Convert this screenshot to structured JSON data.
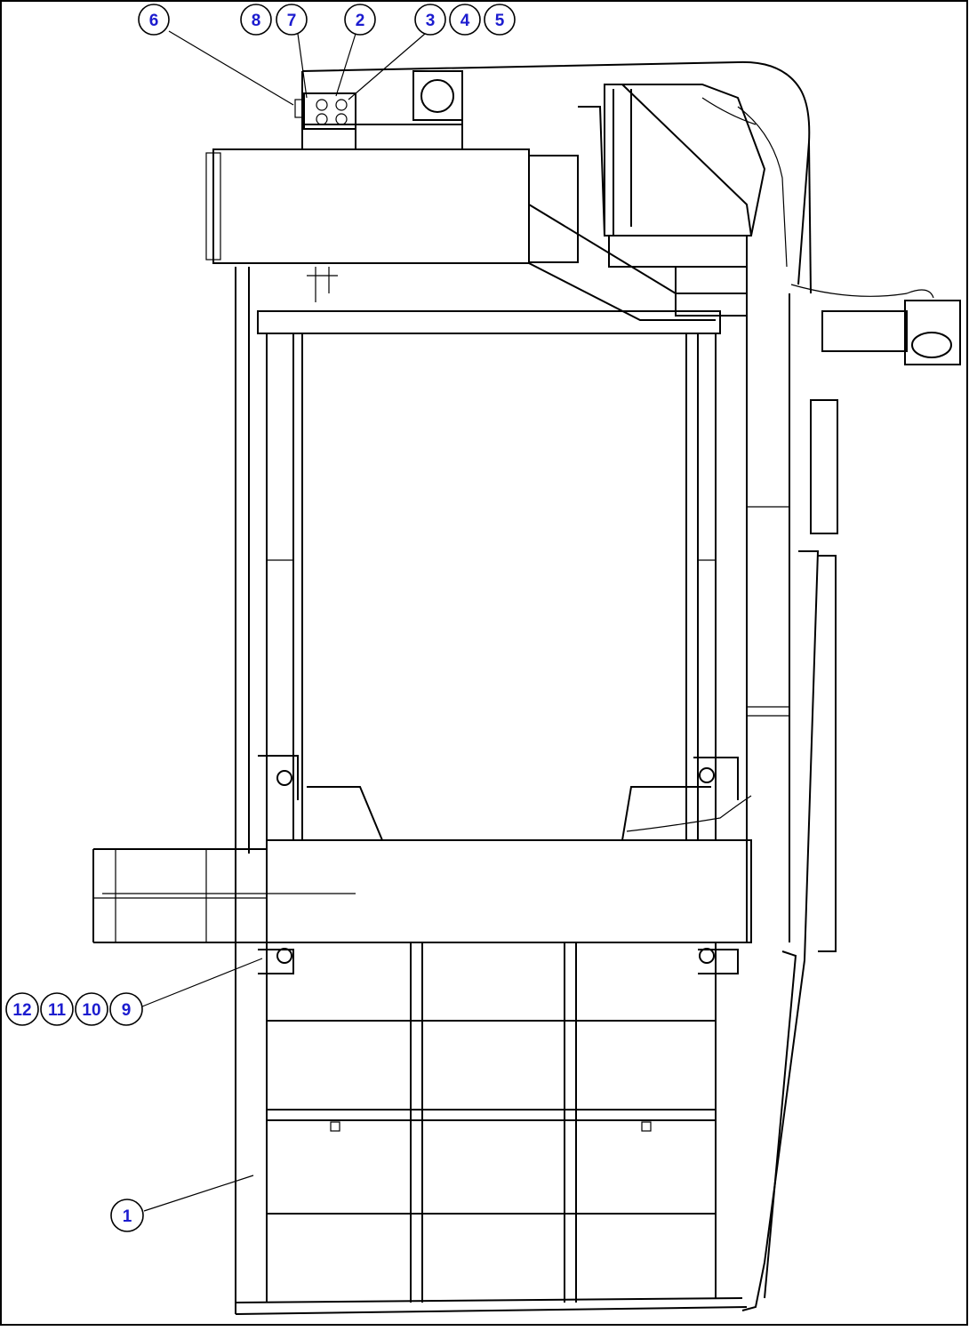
{
  "diagram": {
    "callouts": [
      {
        "id": "c1",
        "label": "1"
      },
      {
        "id": "c2",
        "label": "2"
      },
      {
        "id": "c3",
        "label": "3"
      },
      {
        "id": "c4",
        "label": "4"
      },
      {
        "id": "c5",
        "label": "5"
      },
      {
        "id": "c6",
        "label": "6"
      },
      {
        "id": "c7",
        "label": "7"
      },
      {
        "id": "c8",
        "label": "8"
      },
      {
        "id": "c9",
        "label": "9"
      },
      {
        "id": "c10",
        "label": "10"
      },
      {
        "id": "c11",
        "label": "11"
      },
      {
        "id": "c12",
        "label": "12"
      }
    ],
    "colors": {
      "callout_text": "#1c1ccf",
      "line": "#000000",
      "background": "#ffffff"
    }
  }
}
